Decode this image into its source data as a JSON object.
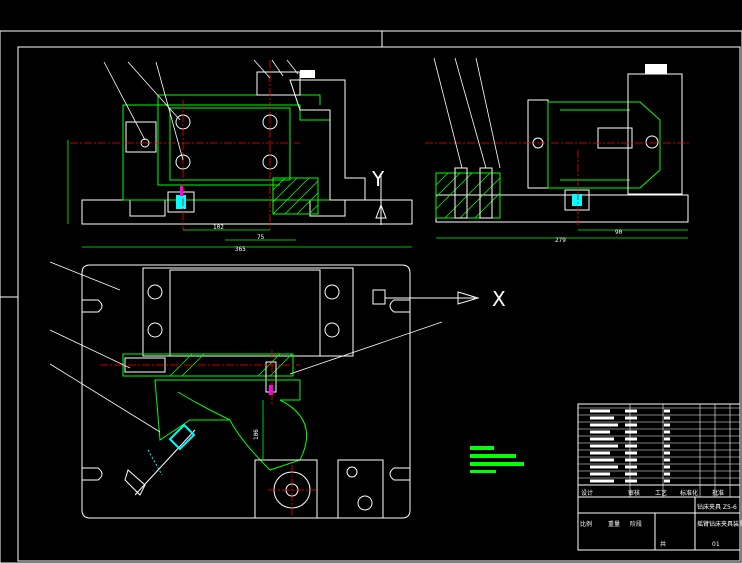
{
  "drawing": {
    "axes": {
      "y_label": "Y",
      "x_label": "X"
    },
    "dimensions": {
      "front_overall": "365",
      "front_center_to_center": "102",
      "front_right": "75",
      "side_overall": "279",
      "side_right": "90",
      "plan_vertical": "106"
    },
    "title_block": {
      "row_labels": [
        "设计",
        "审核",
        "工艺",
        "标准化",
        "批准"
      ],
      "name_text": "钻床夹具 Z5-6",
      "part_name": "摇臂钻床夹具装配图",
      "sheet_label": "共",
      "scale_label": "比例",
      "weight_label": "重量",
      "stage_label": "阶段",
      "drawing_no": "01"
    },
    "colors": {
      "background": "#000000",
      "outline": "#ffffff",
      "part": "#00ff00",
      "hatch": "#00ff00",
      "center_line": "#ff0000",
      "bolt": "#ff00ff",
      "highlight": "#00ffff",
      "dimension": "#00ff00"
    }
  }
}
